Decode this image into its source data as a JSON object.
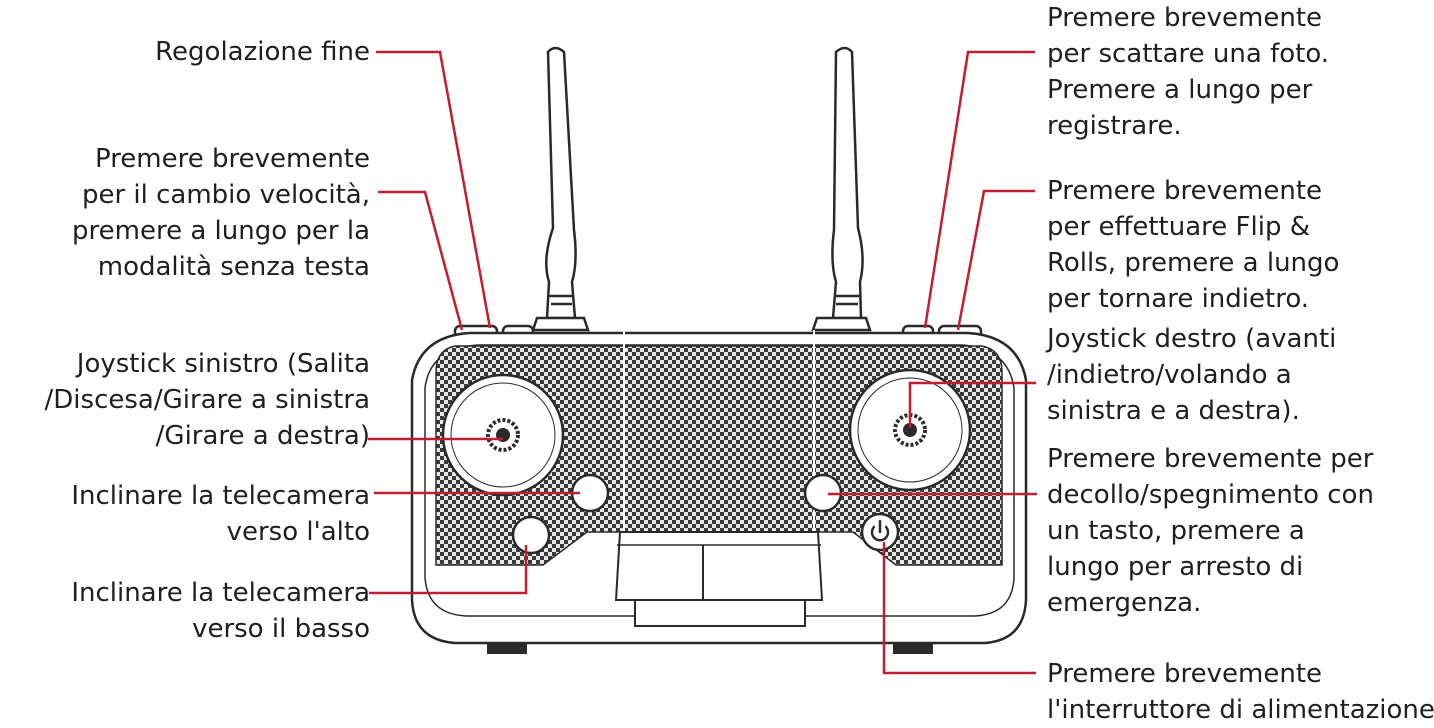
{
  "colors": {
    "callout_line": "#c01f2f",
    "outline": "#2a2a2a",
    "carbon_dark": "#3a3a3a",
    "carbon_light": "#e8e8e8"
  },
  "icons": {
    "power_button": "power-icon"
  },
  "left_labels": [
    {
      "lines": [
        "Regolazione fine"
      ]
    },
    {
      "lines": [
        "Premere brevemente",
        "per il cambio velocità,",
        "premere a lungo per la",
        "modalità senza testa"
      ]
    },
    {
      "lines": [
        "Joystick sinistro (Salita",
        "/Discesa/Girare a sinistra",
        "/Girare a destra)"
      ]
    },
    {
      "lines": [
        "Inclinare la telecamera",
        "verso l'alto"
      ]
    },
    {
      "lines": [
        "Inclinare la telecamera",
        "verso il basso"
      ]
    }
  ],
  "right_labels": [
    {
      "lines": [
        "Premere brevemente",
        "per scattare una foto.",
        "Premere a lungo per",
        "registrare."
      ]
    },
    {
      "lines": [
        "Premere brevemente",
        "per effettuare Flip &",
        "Rolls, premere a lungo",
        "per tornare indietro."
      ]
    },
    {
      "lines": [
        "Joystick destro (avanti",
        "/indietro/volando a",
        "sinistra e a destra)."
      ]
    },
    {
      "lines": [
        "Premere brevemente per",
        "decollo/spegnimento con",
        "un tasto, premere a",
        "lungo per arresto di",
        "emergenza."
      ]
    },
    {
      "lines": [
        "Premere brevemente",
        "l'interruttore di alimentazione"
      ]
    }
  ]
}
